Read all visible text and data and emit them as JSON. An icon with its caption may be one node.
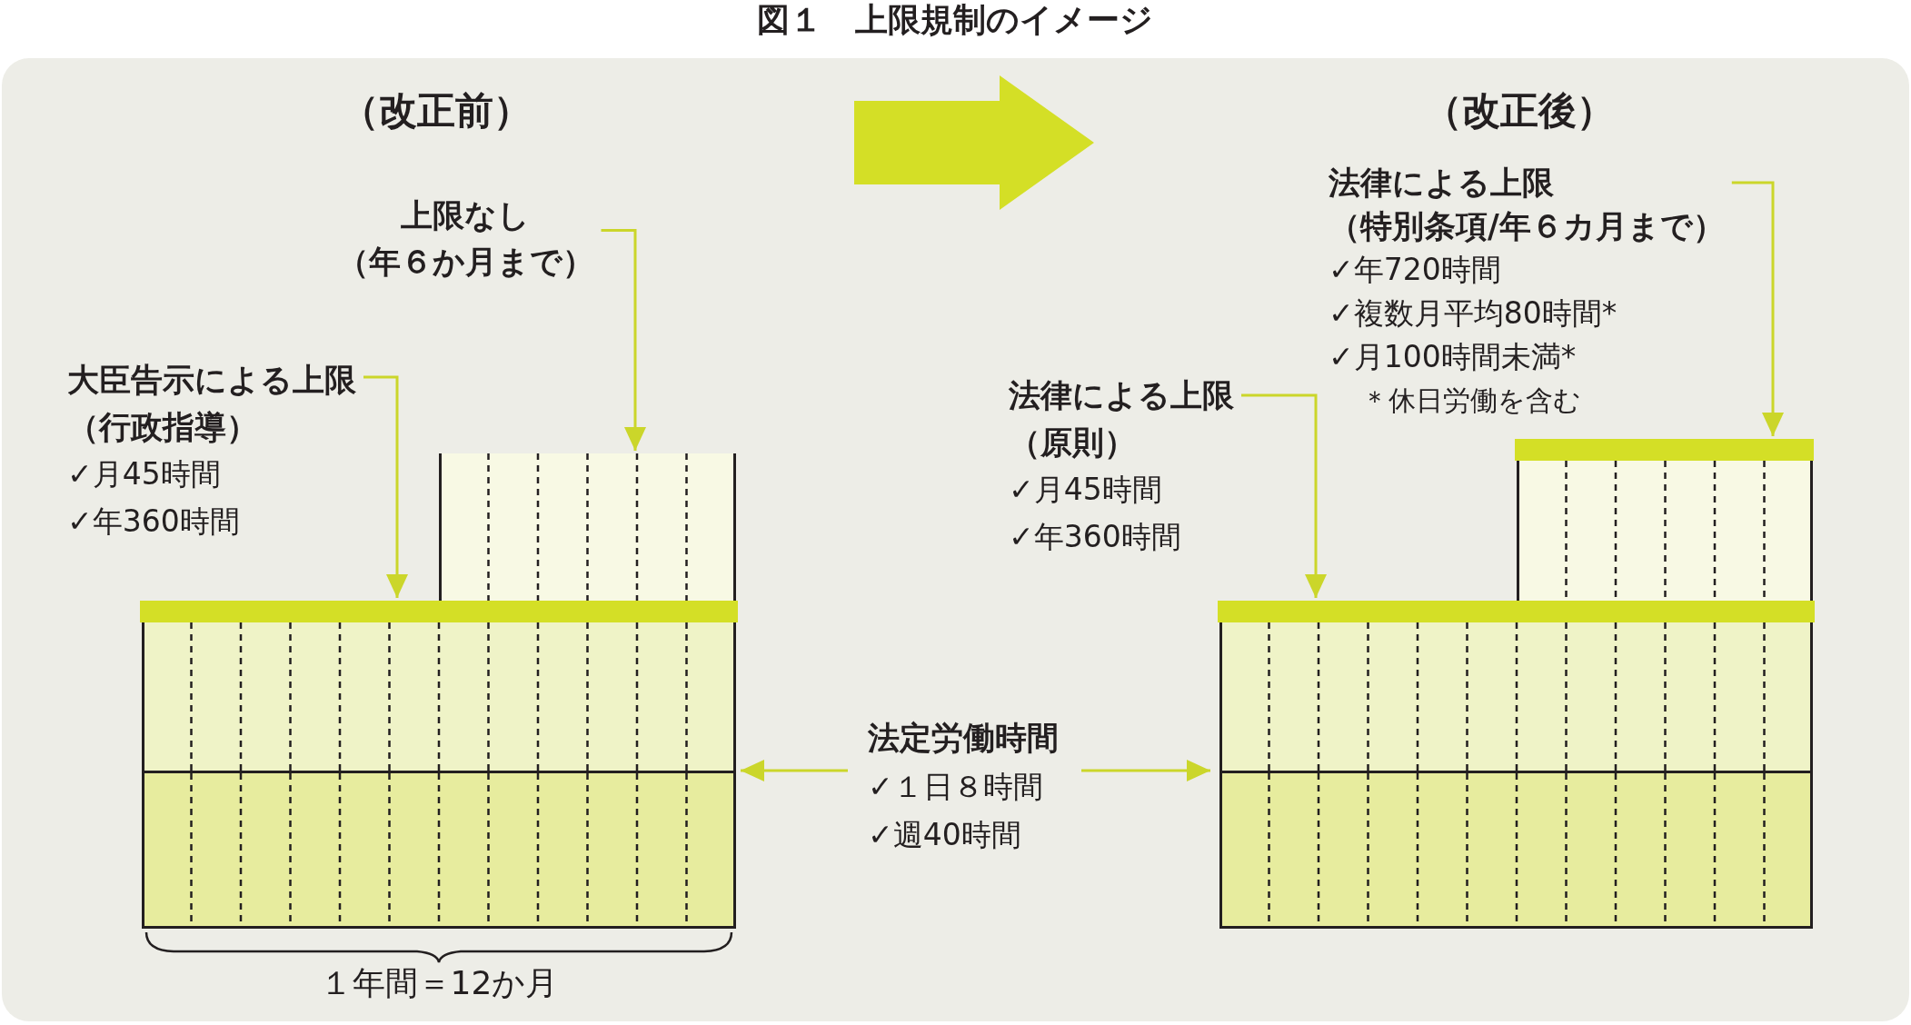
{
  "diagram": {
    "title": "図１　上限規制のイメージ",
    "nodes": [
      {
        "text": [
          "法律による上限",
          "（特別条項/年６カ月まで）",
          "✓年720時間",
          "✓複数月平均80時間*",
          "✓月100時間未満*",
          "＊休日労働を含む"
        ]
      },
      {
        "text": [
          "上限なし",
          "（年６か月まで）"
        ]
      },
      {
        "text": [
          "大臣告示による上限",
          "（行政指導）",
          "✓月45時間",
          "✓年360時間"
        ]
      },
      {
        "text": [
          "法律による上限",
          "（原則）",
          "✓月45時間",
          "✓年360時間"
        ]
      },
      {
        "text": [],
        "shape": "bar"
      },
      {
        "text": [],
        "shape": "box"
      },
      {
        "text": [],
        "shape": "box"
      },
      {
        "text": [],
        "shape": "bar"
      },
      {
        "text": [],
        "shape": "bar"
      },
      {
        "text": [],
        "shape": "box"
      },
      {
        "text": [],
        "shape": "box"
      },
      {
        "text": [
          "法定労働時間",
          "✓１日８時間",
          "✓週40時間"
        ]
      },
      {
        "text": [],
        "shape": "box"
      },
      {
        "text": [],
        "shape": "box"
      }
    ],
    "edges": [
      {
        "from": 1,
        "to": 5,
        "arrow": "to"
      },
      {
        "from": 2,
        "to": 7,
        "arrow": "to"
      },
      {
        "from": 0,
        "to": 4,
        "arrow": "to"
      },
      {
        "from": 3,
        "to": 8,
        "arrow": "to"
      },
      {
        "from": 11,
        "to": 12,
        "arrow": "to"
      },
      {
        "from": 11,
        "to": 13,
        "arrow": "to"
      }
    ],
    "labels": [
      "（改正前）",
      "（改正後）",
      "１年間＝12か月"
    ]
  }
}
